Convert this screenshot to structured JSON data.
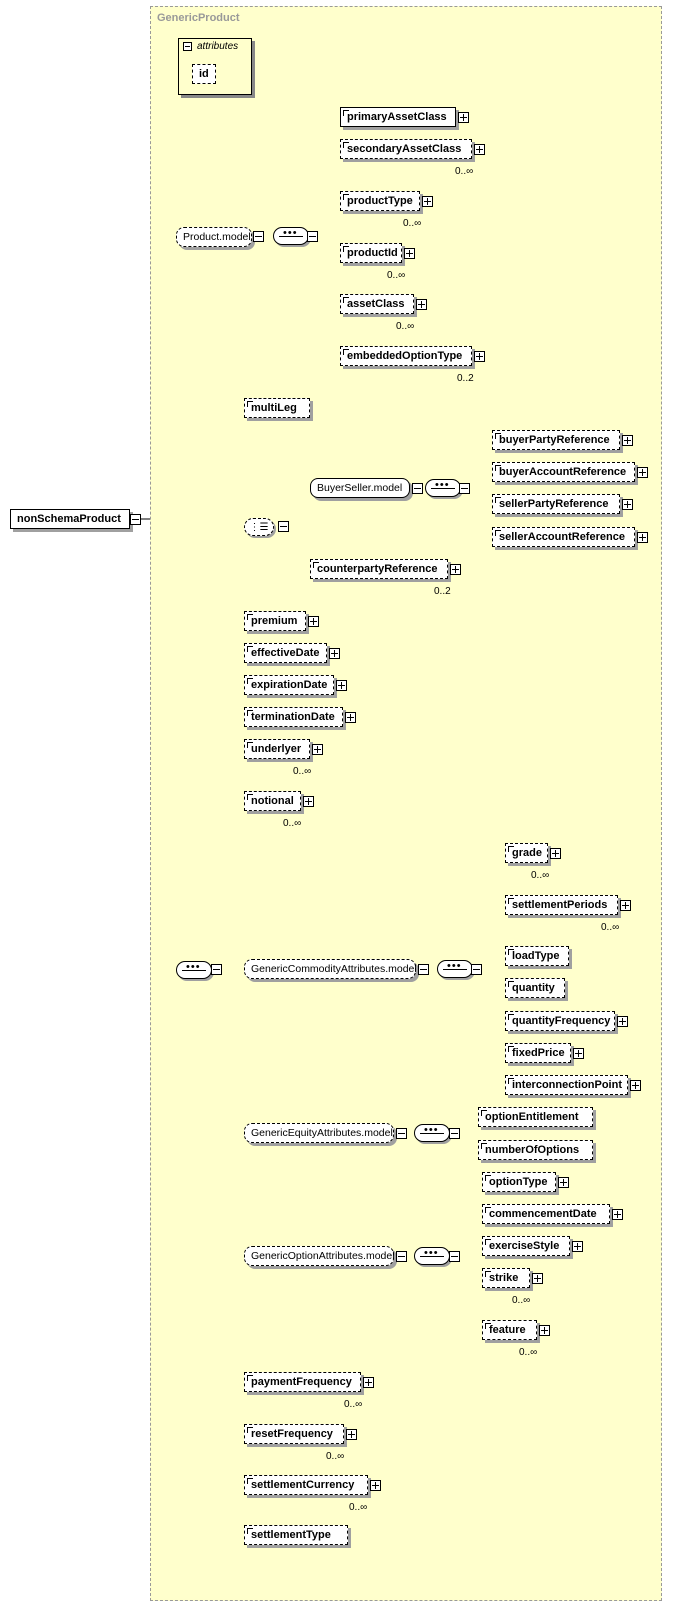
{
  "root": {
    "label": "nonSchemaProduct"
  },
  "container": {
    "title": "GenericProduct"
  },
  "attributes": {
    "label": "attributes",
    "items": [
      "id"
    ]
  },
  "product_model": {
    "label": "Product.model",
    "children": [
      {
        "label": "primaryAssetClass",
        "mult": ""
      },
      {
        "label": "secondaryAssetClass",
        "mult": "0..∞"
      },
      {
        "label": "productType",
        "mult": "0..∞"
      },
      {
        "label": "productId",
        "mult": "0..∞"
      },
      {
        "label": "assetClass",
        "mult": "0..∞"
      },
      {
        "label": "embeddedOptionType",
        "mult": "0..2"
      }
    ]
  },
  "multi_leg": {
    "label": "multiLeg"
  },
  "buyer_seller": {
    "label": "BuyerSeller.model",
    "children": [
      {
        "label": "buyerPartyReference"
      },
      {
        "label": "buyerAccountReference"
      },
      {
        "label": "sellerPartyReference"
      },
      {
        "label": "sellerAccountReference"
      }
    ],
    "counterparty": {
      "label": "counterpartyReference",
      "mult": "0..2"
    }
  },
  "elements": [
    {
      "label": "premium",
      "mult": ""
    },
    {
      "label": "effectiveDate",
      "mult": ""
    },
    {
      "label": "expirationDate",
      "mult": ""
    },
    {
      "label": "terminationDate",
      "mult": ""
    },
    {
      "label": "underlyer",
      "mult": "0..∞"
    },
    {
      "label": "notional",
      "mult": "0..∞"
    }
  ],
  "commodity": {
    "label": "GenericCommodityAttributes.model",
    "children": [
      {
        "label": "grade",
        "mult": "0..∞"
      },
      {
        "label": "settlementPeriods",
        "mult": "0..∞"
      },
      {
        "label": "loadType",
        "mult": ""
      },
      {
        "label": "quantity",
        "mult": ""
      },
      {
        "label": "quantityFrequency",
        "mult": ""
      },
      {
        "label": "fixedPrice",
        "mult": ""
      },
      {
        "label": "interconnectionPoint",
        "mult": ""
      }
    ]
  },
  "equity": {
    "label": "GenericEquityAttributes.model",
    "children": [
      {
        "label": "optionEntitlement"
      },
      {
        "label": "numberOfOptions"
      }
    ]
  },
  "option": {
    "label": "GenericOptionAttributes.model",
    "children": [
      {
        "label": "optionType",
        "mult": ""
      },
      {
        "label": "commencementDate",
        "mult": ""
      },
      {
        "label": "exerciseStyle",
        "mult": ""
      },
      {
        "label": "strike",
        "mult": "0..∞"
      },
      {
        "label": "feature",
        "mult": "0..∞"
      }
    ]
  },
  "tail": [
    {
      "label": "paymentFrequency",
      "mult": "0..∞"
    },
    {
      "label": "resetFrequency",
      "mult": "0..∞"
    },
    {
      "label": "settlementCurrency",
      "mult": "0..∞"
    },
    {
      "label": "settlementType",
      "mult": ""
    }
  ]
}
